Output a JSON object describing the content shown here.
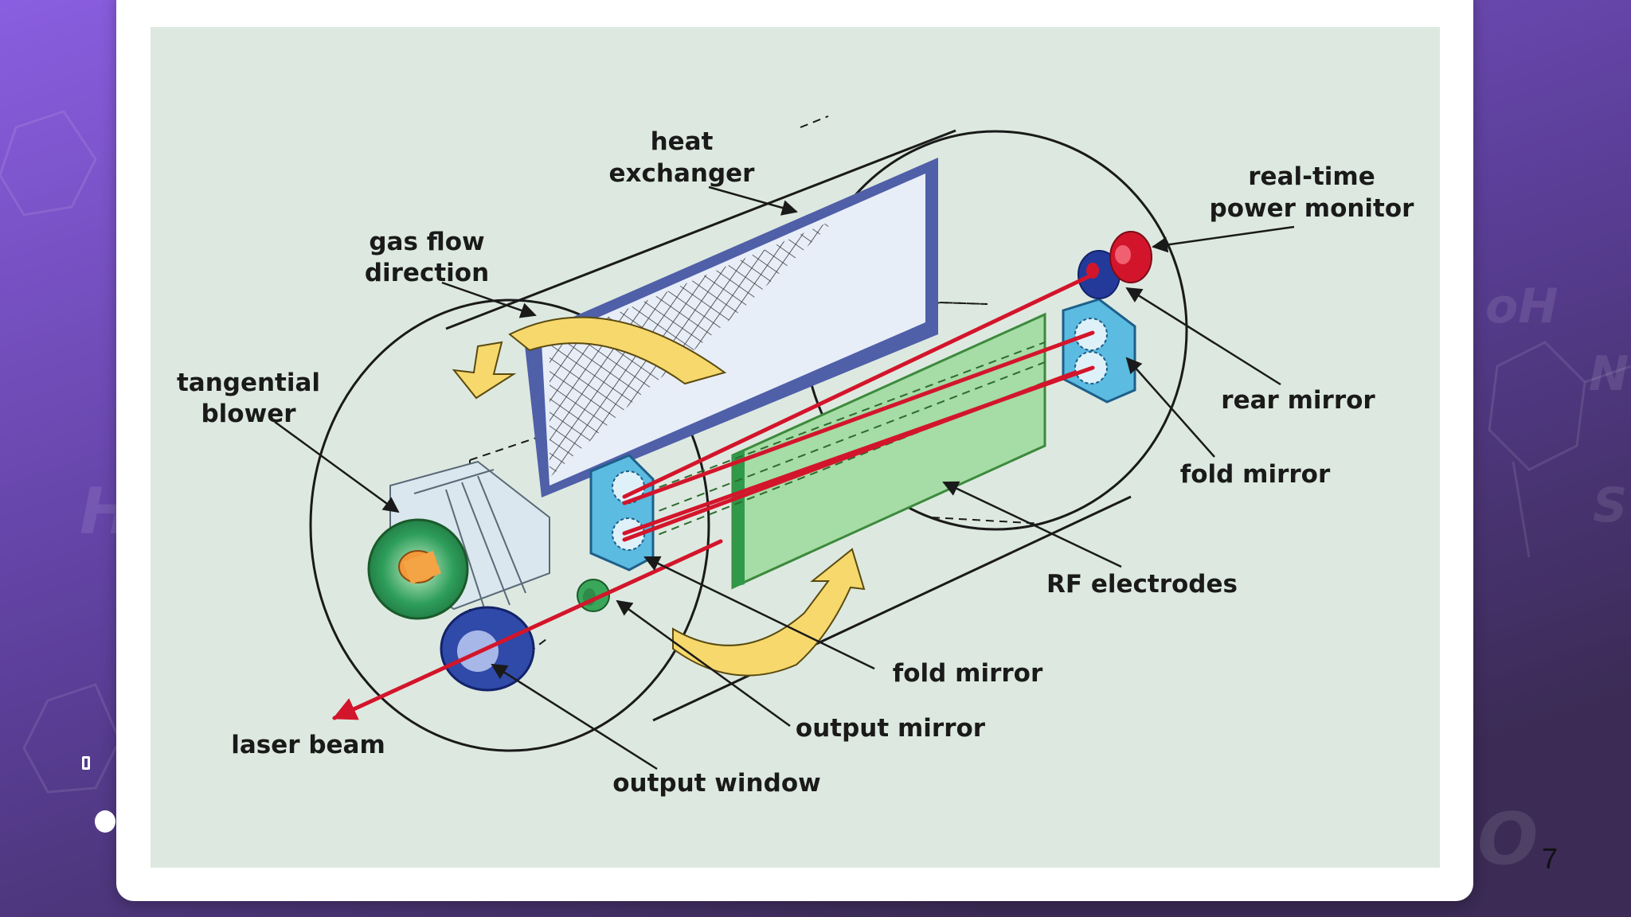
{
  "page_number": "7",
  "colors": {
    "diagram_background": "#dde9e0",
    "laser_beam": "#d3152b",
    "heat_exchanger": "#4f5fa8",
    "rf_electrodes": "#a6dca6",
    "mirrors": "#5bbbe0",
    "gas_flow_arrow": "#f6d86c",
    "slide_gradient_top": "#8a5ee0",
    "slide_gradient_bottom": "#3b2b55"
  },
  "icons": {
    "sidebar_small": "slide-nav-icon",
    "sidebar_dot": "slide-dot-icon"
  },
  "diagram": {
    "labels": {
      "heat_exchanger": [
        "heat",
        "exchanger"
      ],
      "real_time_power_monitor": [
        "real-time",
        "power monitor"
      ],
      "gas_flow_direction": [
        "gas flow",
        "direction"
      ],
      "tangential_blower": [
        "tangential",
        "blower"
      ],
      "rear_mirror": "rear mirror",
      "fold_mirror_right": "fold mirror",
      "rf_electrodes": "RF electrodes",
      "fold_mirror_bottom": "fold mirror",
      "output_mirror": "output mirror",
      "laser_beam": "laser beam",
      "output_window": "output window"
    }
  }
}
